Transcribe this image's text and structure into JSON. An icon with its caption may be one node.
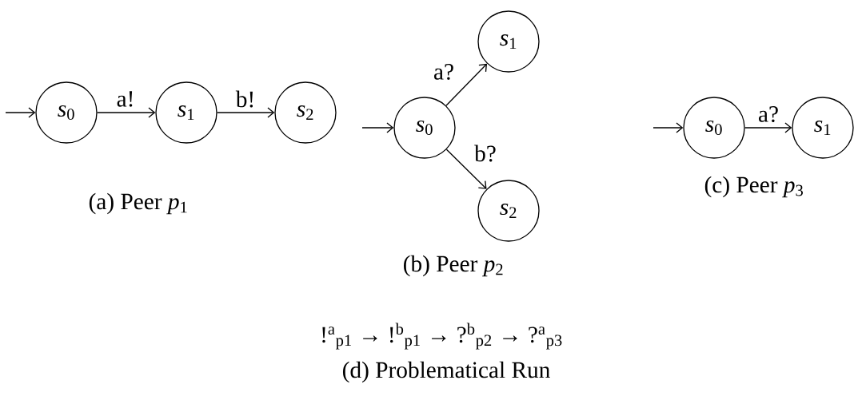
{
  "diagram": {
    "nodes": [
      {
        "text": [
          "*s*$_{0}$"
        ]
      },
      {
        "text": [
          "*s*$_{1}$"
        ]
      },
      {
        "text": [
          "*s*$_{2}$"
        ]
      },
      {
        "text": [
          "*s*$_{0}$"
        ]
      },
      {
        "text": [
          "*s*$_{1}$"
        ]
      },
      {
        "text": [
          "*s*$_{2}$"
        ]
      },
      {
        "text": [
          "*s*$_{0}$"
        ]
      },
      {
        "text": [
          "*s*$_{1}$"
        ]
      }
    ],
    "edges": [
      {
        "from": null,
        "to": 0,
        "arrow": "to"
      },
      {
        "from": 0,
        "to": 1,
        "arrow": "to",
        "label": "a!"
      },
      {
        "from": 1,
        "to": 2,
        "arrow": "to",
        "label": "b!"
      },
      {
        "from": null,
        "to": 3,
        "arrow": "to"
      },
      {
        "from": 3,
        "to": 4,
        "arrow": "to",
        "label": "a?"
      },
      {
        "from": 3,
        "to": 5,
        "arrow": "to",
        "label": "b?"
      },
      {
        "from": null,
        "to": 6,
        "arrow": "to"
      },
      {
        "from": 6,
        "to": 7,
        "arrow": "to",
        "label": "a?"
      }
    ],
    "labels": [
      "(a) Peer *p*$_{1}$",
      "(b) Peer *p*$_{2}$",
      "(c) Peer *p*$_{3}$",
      "!$^{a}$$_{p1}$ → !$^{b}$$_{p1}$ → ?$^{b}$$_{p2}$ → ?$^{a}$$_{p3}$",
      "(d) Problematical Run"
    ]
  }
}
